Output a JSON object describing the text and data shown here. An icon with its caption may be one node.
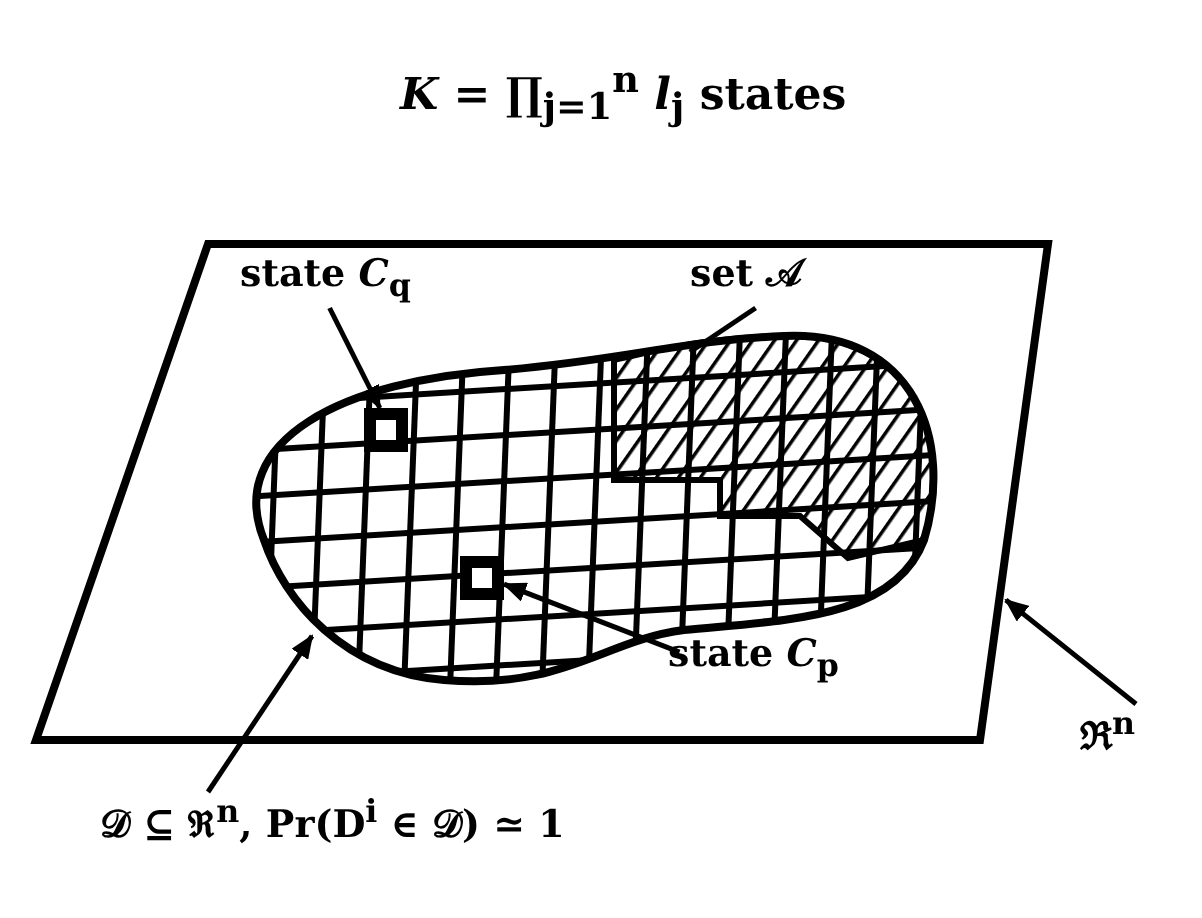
{
  "diagram": {
    "title": "*K* = ∏$_{j=1}$$^{n}$ *l*$_{j}$ states",
    "nodes": [
      {
        "text": [],
        "shape": "parallelogram"
      },
      {
        "text": [],
        "shape": "blob",
        "in": 0
      },
      {
        "text": [],
        "shape": "region",
        "in": 1
      },
      {
        "text": [],
        "shape": "box",
        "in": 1
      },
      {
        "text": [],
        "shape": "box",
        "in": 1
      },
      {
        "text": [
          "state *C*$_{q}$"
        ],
        "in": 0
      },
      {
        "text": [
          "set 𝒜"
        ],
        "in": 0
      },
      {
        "text": [
          "state *C*$_{p}$"
        ],
        "in": 0
      },
      {
        "text": [
          "ℜ$^{n}$"
        ]
      },
      {
        "text": [
          "𝒟 ⊆ ℜ$^{n}$, Pr(D$^{i}$ ∈ 𝒟) ≃ 1"
        ]
      }
    ],
    "edges": [
      {
        "from": 5,
        "to": 3,
        "arrow": "to"
      },
      {
        "from": 6,
        "to": 2,
        "arrow": "none"
      },
      {
        "from": 7,
        "to": 4,
        "arrow": "to"
      },
      {
        "from": 8,
        "to": 0,
        "arrow": "to"
      },
      {
        "from": 9,
        "to": 1,
        "arrow": "to"
      }
    ]
  }
}
